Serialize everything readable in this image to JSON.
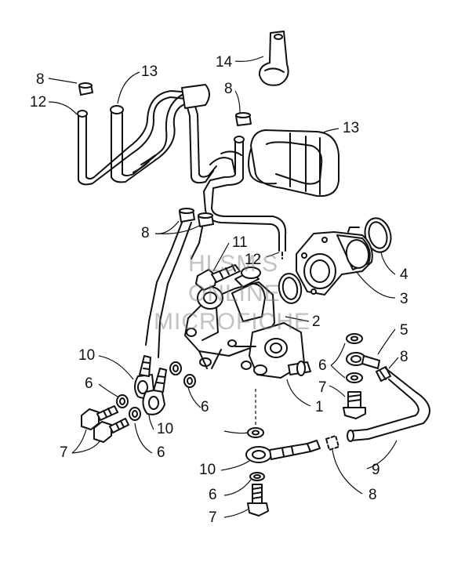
{
  "callouts": {
    "c1": "1",
    "c2": "2",
    "c3": "3",
    "c4": "4",
    "c5": "5",
    "c6a": "6",
    "c6b": "6",
    "c6c": "6",
    "c6d": "6",
    "c6e": "6",
    "c7a": "7",
    "c7b": "7",
    "c7c": "7",
    "c8a": "8",
    "c8b": "8",
    "c8c": "8",
    "c8d": "8",
    "c8e": "8",
    "c9": "9",
    "c10a": "10",
    "c10b": "10",
    "c10c": "10",
    "c11": "11",
    "c12a": "12",
    "c12b": "12",
    "c13a": "13",
    "c13b": "13",
    "c14": "14"
  },
  "watermark": {
    "line1": "HLSM'S",
    "line2": "ONLINE",
    "line3": "MICROFICHE"
  }
}
